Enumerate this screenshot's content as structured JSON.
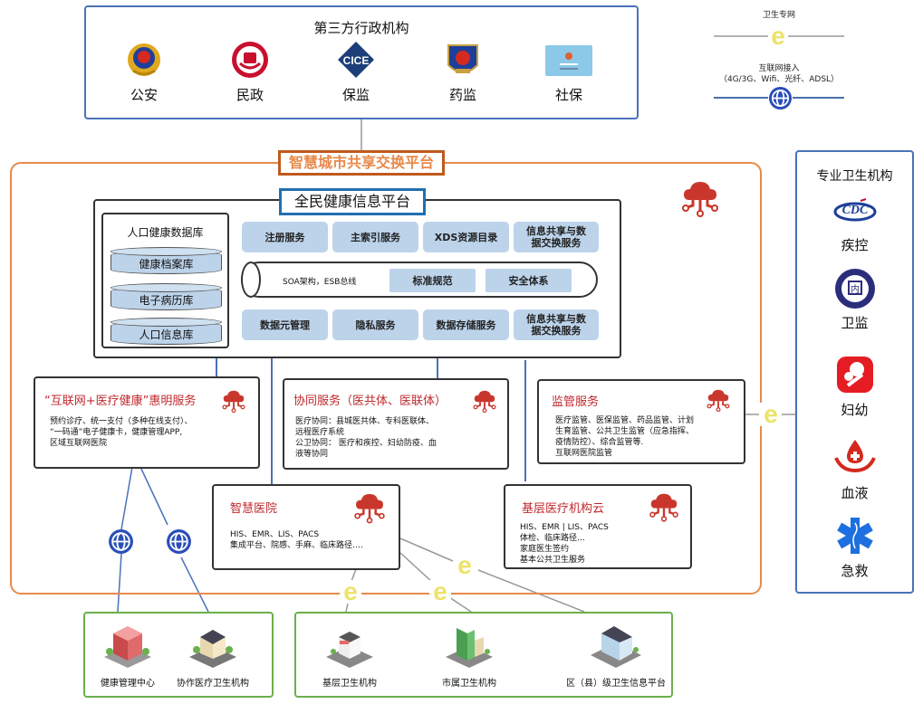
{
  "admin": {
    "title": "第三方行政机构",
    "items": [
      {
        "label": "公安",
        "icon": "police-emblem-icon"
      },
      {
        "label": "民政",
        "icon": "civil-affairs-icon"
      },
      {
        "label": "保监",
        "icon": "cice-insurance-icon",
        "icon_text": "CICE"
      },
      {
        "label": "药监",
        "icon": "drug-admin-emblem-icon"
      },
      {
        "label": "社保",
        "icon": "social-security-card-icon"
      }
    ]
  },
  "legend": {
    "health_network": "卫生专网",
    "internet_access": "互联网接入",
    "internet_access_detail": "（4G/3G、Wifi、光纤、ADSL）"
  },
  "city_platform": {
    "title": "智慧城市共享交换平台"
  },
  "health_platform": {
    "title": "全民健康信息平台",
    "database": {
      "title": "人口健康数据库",
      "items": [
        "健康档案库",
        "电子病历库",
        "人口信息库"
      ]
    },
    "services_top": [
      "注册服务",
      "主索引服务",
      "XDS资源目录",
      "信息共享与数\n据交换服务"
    ],
    "soa_label": "SOA架构，ESB总线",
    "soa_items": [
      "标准规范",
      "安全体系"
    ],
    "services_bottom": [
      "数据元管理",
      "隐私服务",
      "数据存储服务",
      "信息共享与数\n据交换服务"
    ]
  },
  "cards": {
    "internet_health": {
      "title": "“互联网+医疗健康”惠明服务",
      "desc": "预约诊疗、统一支付（多种在线支付）、\n“一码通”电子健康卡，健康管理APP,\n区域互联网医院"
    },
    "collab": {
      "title": "协同服务（医共体、医联体）",
      "desc": "医疗协同：县城医共体、专科医联体、\n远程医疗系统\n公卫协同：  医疗和疾控、妇幼防疫、血\n液等协同"
    },
    "supervision": {
      "title": "监管服务",
      "desc": "医疗监管、医保监管、药品监管、计划\n生育监管、公共卫生监管（应急指挥、\n疫情防控）、综合监管等.\n互联网医院监管"
    },
    "smart_hospital": {
      "title": "智慧医院",
      "desc": "HIS、EMR、LIS、PACS\n集成平台、院感、手麻、临床路径….",
      "cloud_size": "large"
    },
    "primary_cloud": {
      "title": "基层医疗机构云",
      "desc": "HIS、EMR | LIS、PACS\n体检、临床路径…\n家庭医生签约\n基本公共卫生服务"
    }
  },
  "specialist": {
    "title": "专业卫生机构",
    "items": [
      {
        "label": "疾控",
        "icon": "cdc-logo-icon"
      },
      {
        "label": "卫监",
        "icon": "health-supervision-emblem-icon"
      },
      {
        "label": "妇幼",
        "icon": "maternal-child-logo-icon"
      },
      {
        "label": "血液",
        "icon": "blood-donation-icon"
      },
      {
        "label": "急救",
        "icon": "star-of-life-icon"
      }
    ]
  },
  "bottom_left": {
    "items": [
      "健康管理中心",
      "协作医疗卫生机构"
    ]
  },
  "bottom_right": {
    "items": [
      "基层卫生机构",
      "市属卫生机构",
      "区（县）级卫生信息平台"
    ]
  },
  "colors": {
    "admin_border": "#4a72b8",
    "city_border": "#e8894a",
    "city_title_border": "#c05a1c",
    "health_title_border": "#1f6fb0",
    "service_fill": "#bcd3ea",
    "card_title": "#c0282d",
    "cloud_icon": "#c9372c",
    "network_e": "#e8e04a",
    "globe": "#2a4fb8",
    "green_border": "#6ab04c"
  }
}
